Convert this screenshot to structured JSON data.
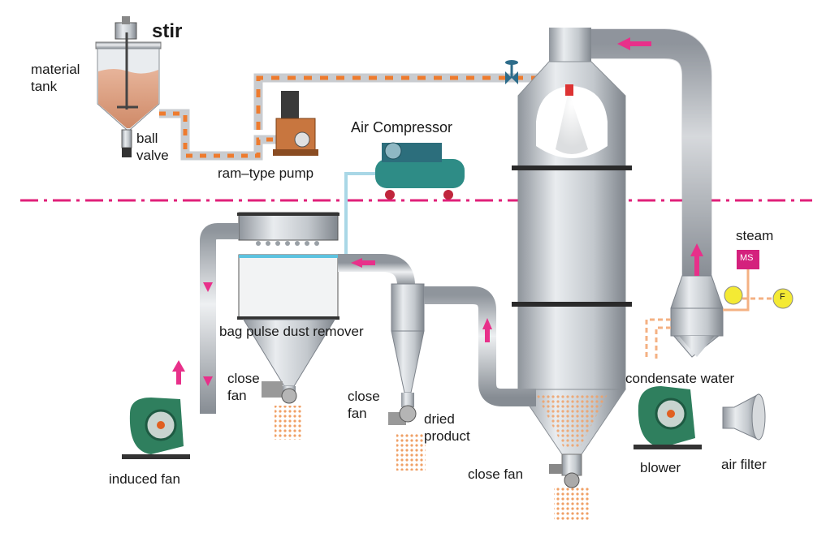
{
  "labels": {
    "stir": "stir",
    "material_tank": "material\ntank",
    "ball_valve": "ball\nvalve",
    "ram_pump": "ram–type pump",
    "air_compressor": "Air Compressor",
    "steam": "steam",
    "steam_trap": "MS",
    "gauge": "F",
    "bag_dust": "bag pulse dust remover",
    "close_fan_bag": "close\nfan",
    "close_fan_cyclone": "close\nfan",
    "dried_product": "dried\nproduct",
    "close_fan_tower": "close fan",
    "condensate": "condensate water",
    "induced_fan": "induced fan",
    "blower": "blower",
    "air_filter": "air filter"
  },
  "colors": {
    "divider": "#e0207a",
    "arrow": "#e8308a",
    "steel": "#b9bec4",
    "orange_pipe": "#ee7b2e",
    "fan_green": "#2f7f5e",
    "heat_line": "#f4b183"
  }
}
